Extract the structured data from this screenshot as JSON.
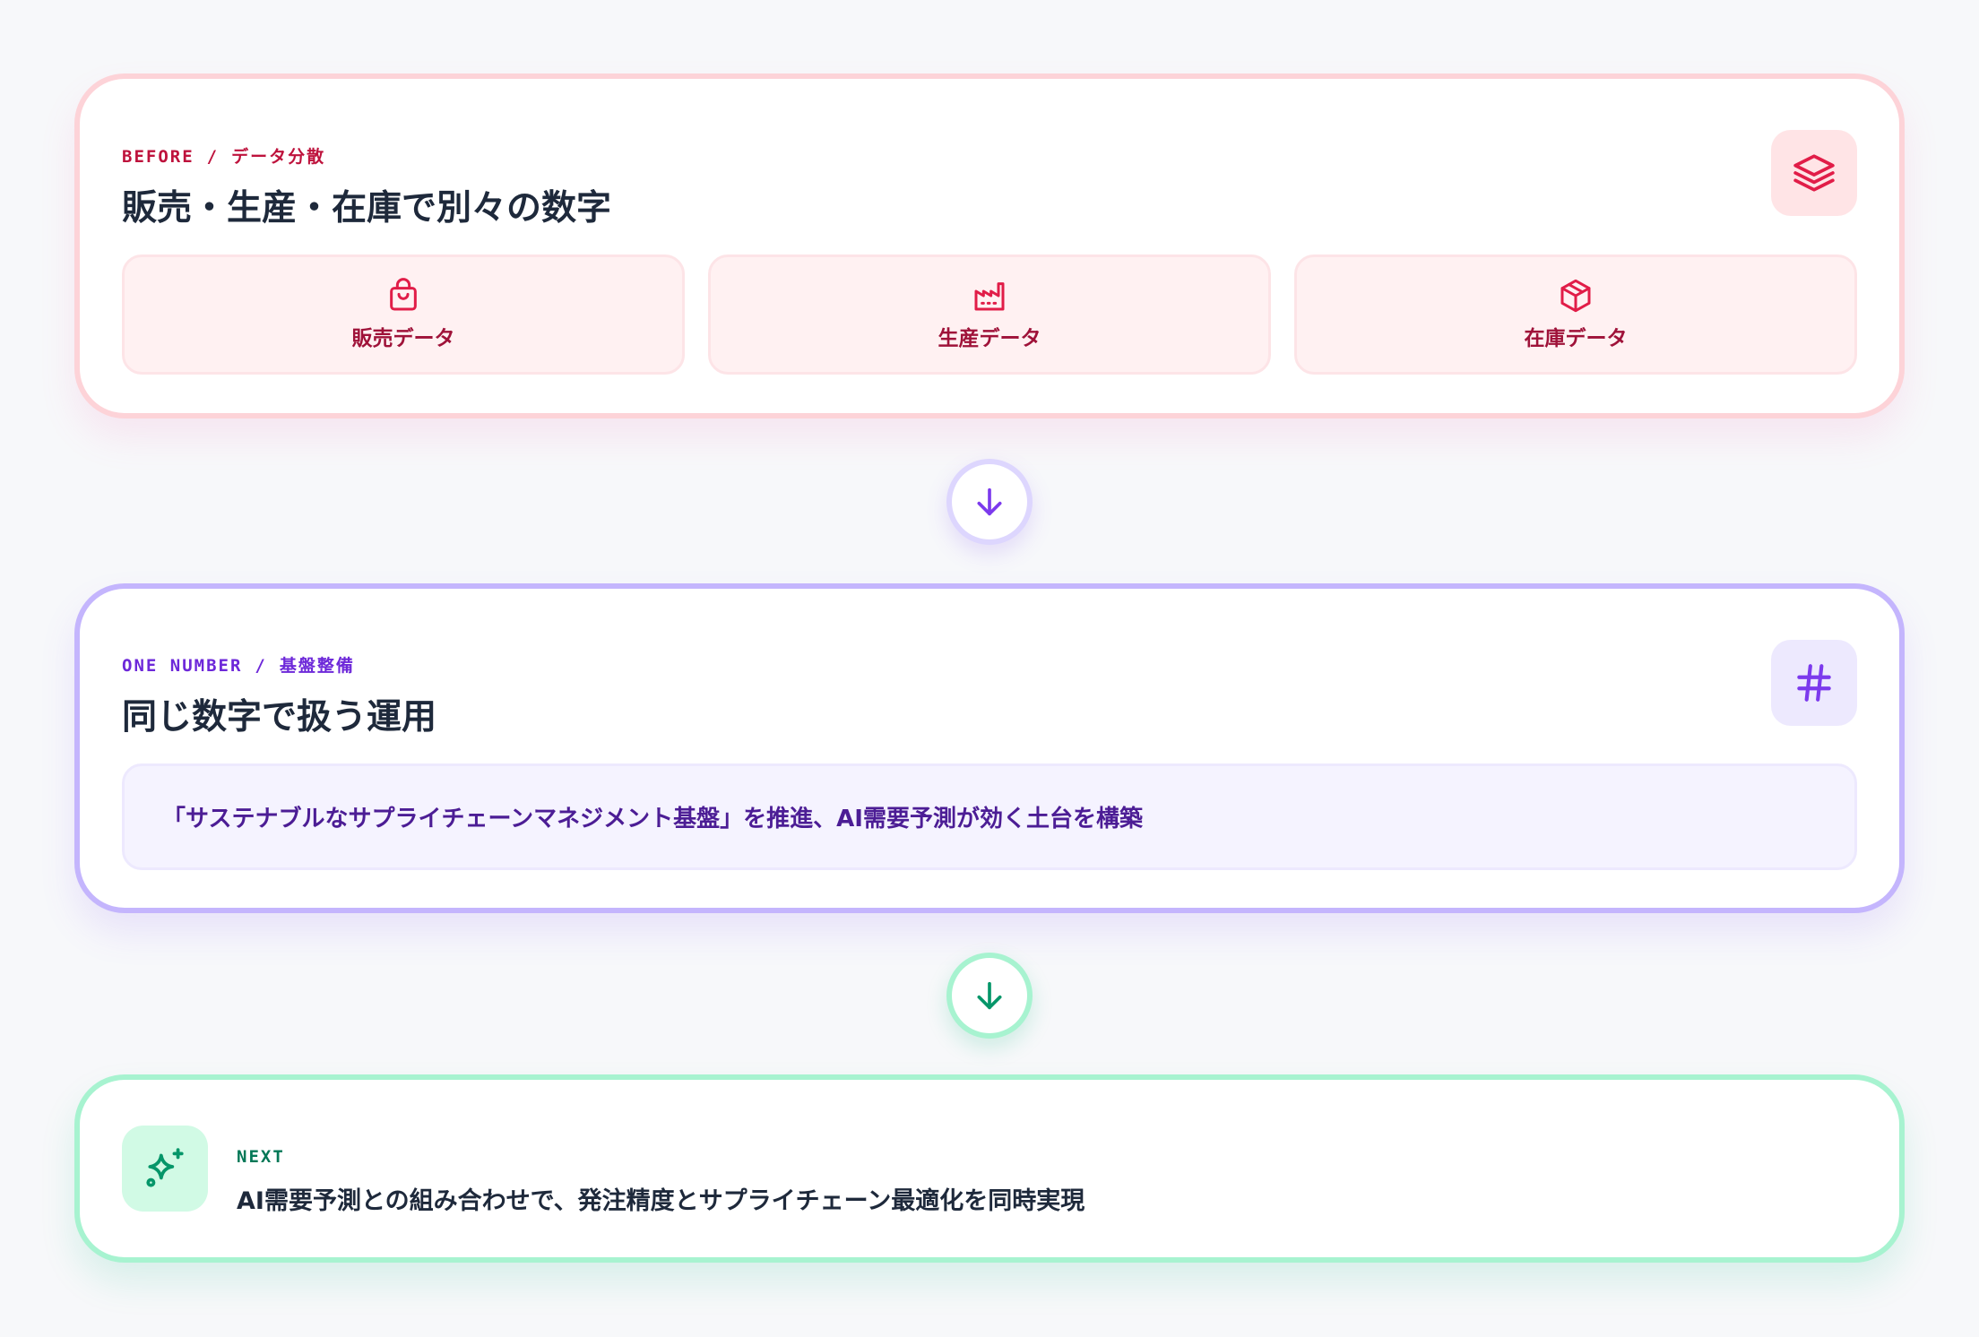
{
  "before": {
    "eyebrow_tag": "BEFORE",
    "eyebrow_separator": "/",
    "eyebrow_label": "データ分散",
    "title": "販売・生産・在庫で別々の数字",
    "badge_icon": "layers-icon",
    "sources": [
      {
        "label": "販売データ",
        "icon": "shopping-bag-icon"
      },
      {
        "label": "生産データ",
        "icon": "factory-icon"
      },
      {
        "label": "在庫データ",
        "icon": "package-icon"
      }
    ]
  },
  "one_number": {
    "eyebrow_tag": "ONE NUMBER",
    "eyebrow_separator": "/",
    "eyebrow_label": "基盤整備",
    "title": "同じ数字で扱う運用",
    "badge_icon": "hash-icon",
    "statement": "「サステナブルなサプライチェーンマネジメント基盤」を推進、AI需要予測が効く土台を構築"
  },
  "next": {
    "eyebrow": "NEXT",
    "text": "AI需要予測との組み合わせで、発注精度とサプライチェーン最適化を同時実現",
    "badge_icon": "sparkles-icon"
  },
  "connectors": {
    "icon": "arrow-down-icon"
  },
  "colors": {
    "before_accent": "#e11d48",
    "one_number_accent": "#7c3aed",
    "next_accent": "#059669",
    "title_text": "#1e293b"
  }
}
